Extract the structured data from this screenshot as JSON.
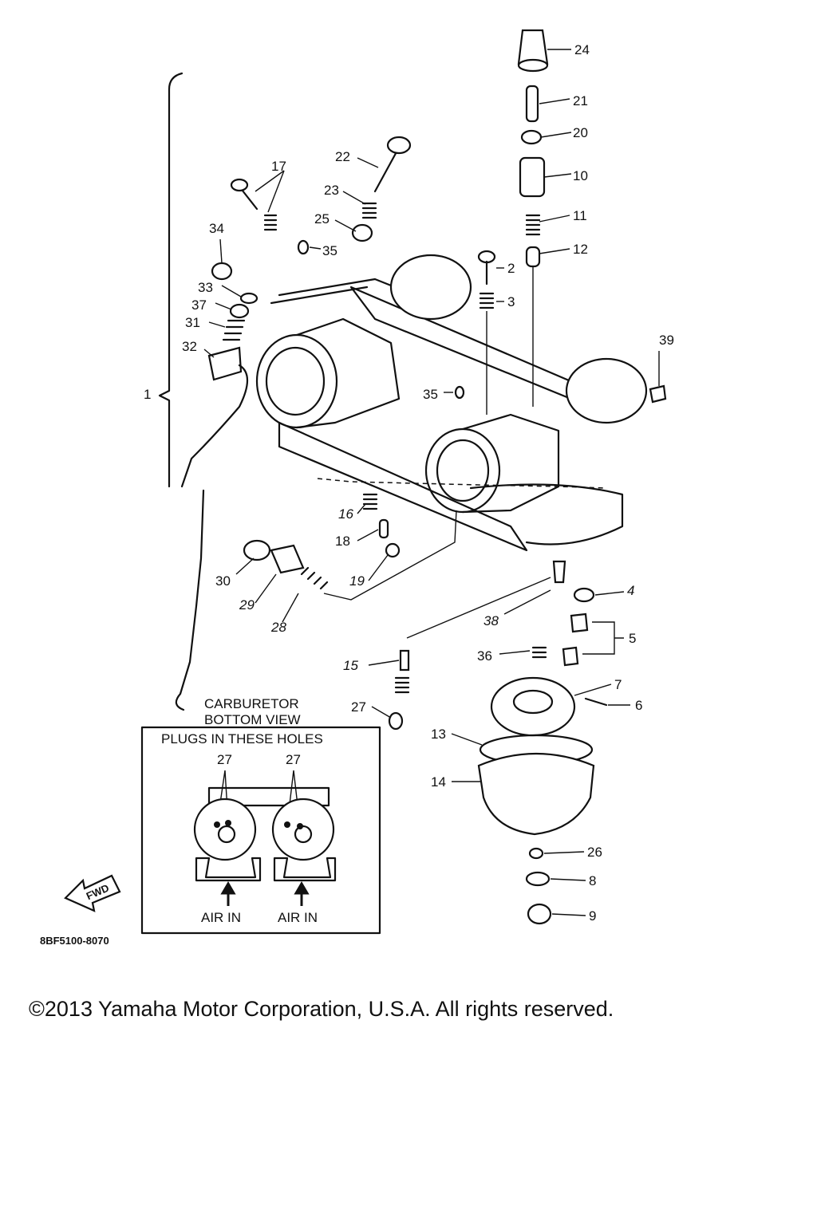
{
  "parts": [
    {
      "id": "24",
      "label": "24"
    },
    {
      "id": "21",
      "label": "21"
    },
    {
      "id": "20",
      "label": "20"
    },
    {
      "id": "10",
      "label": "10"
    },
    {
      "id": "11",
      "label": "11"
    },
    {
      "id": "12",
      "label": "12"
    },
    {
      "id": "22",
      "label": "22"
    },
    {
      "id": "17",
      "label": "17"
    },
    {
      "id": "23",
      "label": "23"
    },
    {
      "id": "25",
      "label": "25"
    },
    {
      "id": "34",
      "label": "34"
    },
    {
      "id": "35a",
      "label": "35"
    },
    {
      "id": "2",
      "label": "2"
    },
    {
      "id": "3",
      "label": "3"
    },
    {
      "id": "33",
      "label": "33"
    },
    {
      "id": "37",
      "label": "37"
    },
    {
      "id": "31",
      "label": "31"
    },
    {
      "id": "32",
      "label": "32"
    },
    {
      "id": "39",
      "label": "39"
    },
    {
      "id": "1",
      "label": "1"
    },
    {
      "id": "35b",
      "label": "35"
    },
    {
      "id": "16",
      "label": "16"
    },
    {
      "id": "18",
      "label": "18"
    },
    {
      "id": "30",
      "label": "30"
    },
    {
      "id": "29",
      "label": "29"
    },
    {
      "id": "19",
      "label": "19"
    },
    {
      "id": "28",
      "label": "28"
    },
    {
      "id": "4",
      "label": "4"
    },
    {
      "id": "38",
      "label": "38"
    },
    {
      "id": "5",
      "label": "5"
    },
    {
      "id": "36",
      "label": "36"
    },
    {
      "id": "15",
      "label": "15"
    },
    {
      "id": "7",
      "label": "7"
    },
    {
      "id": "6",
      "label": "6"
    },
    {
      "id": "27",
      "label": "27"
    },
    {
      "id": "13",
      "label": "13"
    },
    {
      "id": "14",
      "label": "14"
    },
    {
      "id": "26",
      "label": "26"
    },
    {
      "id": "8",
      "label": "8"
    },
    {
      "id": "9",
      "label": "9"
    }
  ],
  "bottom_view": {
    "title_line1": "CARBURETOR",
    "title_line2": "BOTTOM VIEW",
    "box_title": "PLUGS IN THESE HOLES",
    "plug_label_left": "27",
    "plug_label_right": "27",
    "air_in_left": "AIR IN",
    "air_in_right": "AIR IN"
  },
  "fwd_label": "FWD",
  "diagram_code": "8BF5100-8070",
  "copyright": "©2013 Yamaha Motor Corporation, U.S.A. All rights reserved."
}
